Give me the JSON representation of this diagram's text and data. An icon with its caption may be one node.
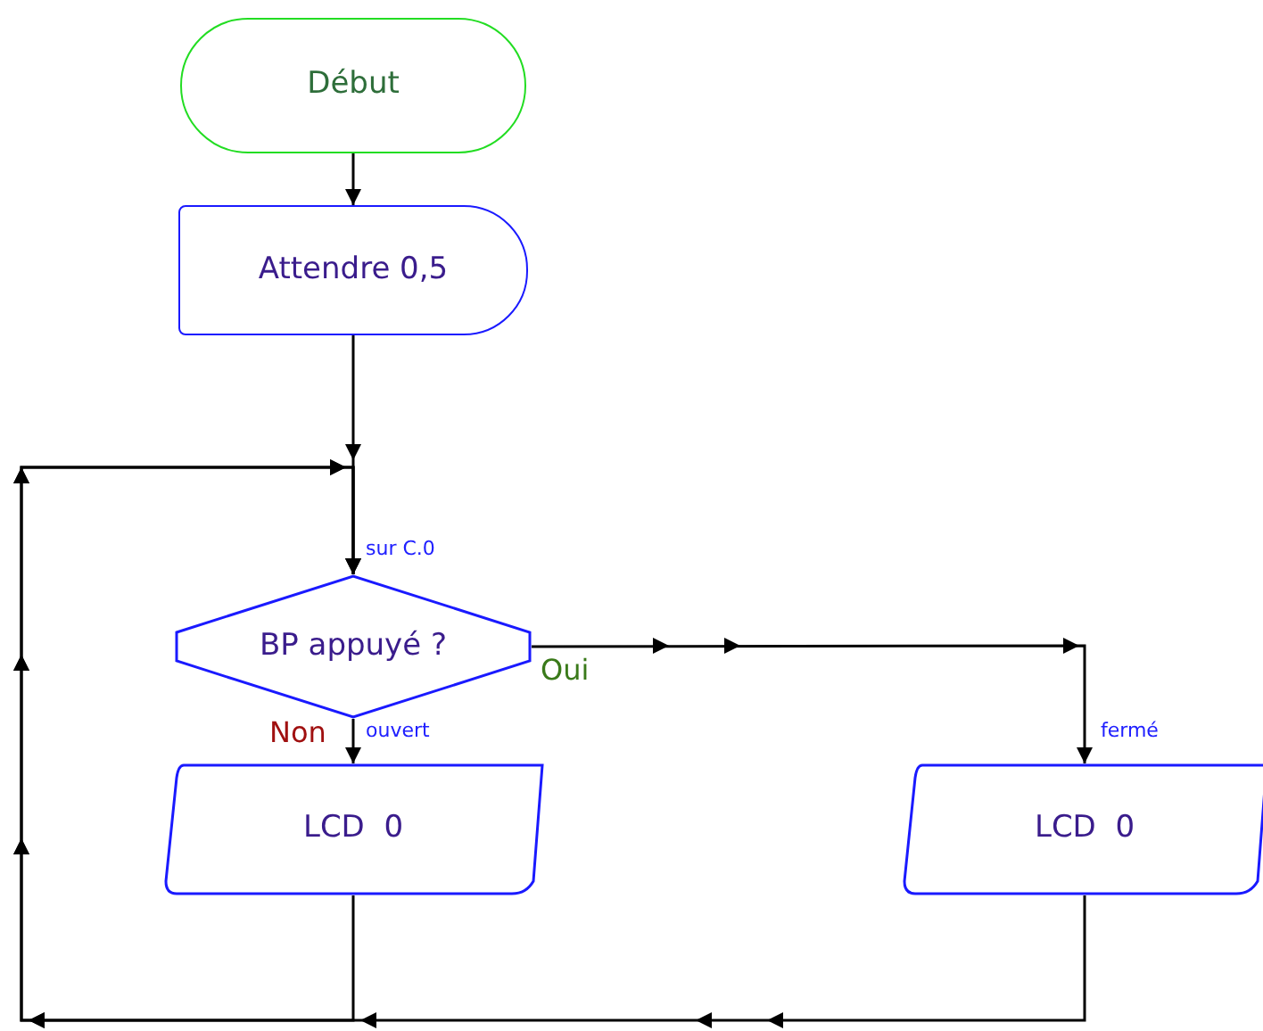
{
  "diagram": {
    "nodes": [
      {
        "text": [
          "Début"
        ]
      },
      {
        "text": [
          "Attendre 0,5"
        ]
      },
      {
        "text": [
          "BP appuyé ?"
        ]
      },
      {
        "text": [
          "LCD  0"
        ]
      },
      {
        "text": [
          "LCD  0"
        ]
      }
    ],
    "edges": [
      {
        "from": 0,
        "to": 1,
        "arrow": "to"
      },
      {
        "from": 1,
        "to": 2,
        "arrow": "to"
      },
      {
        "from": 2,
        "to": 4,
        "arrow": "to",
        "label": "Oui"
      },
      {
        "from": 2,
        "to": 3,
        "arrow": "to",
        "label": "Non"
      },
      {
        "from": 3,
        "to": 2,
        "arrow": "to"
      },
      {
        "from": 4,
        "to": 2,
        "arrow": "to"
      }
    ],
    "labels": [
      "sur C.0",
      "ouvert",
      "fermé"
    ]
  }
}
